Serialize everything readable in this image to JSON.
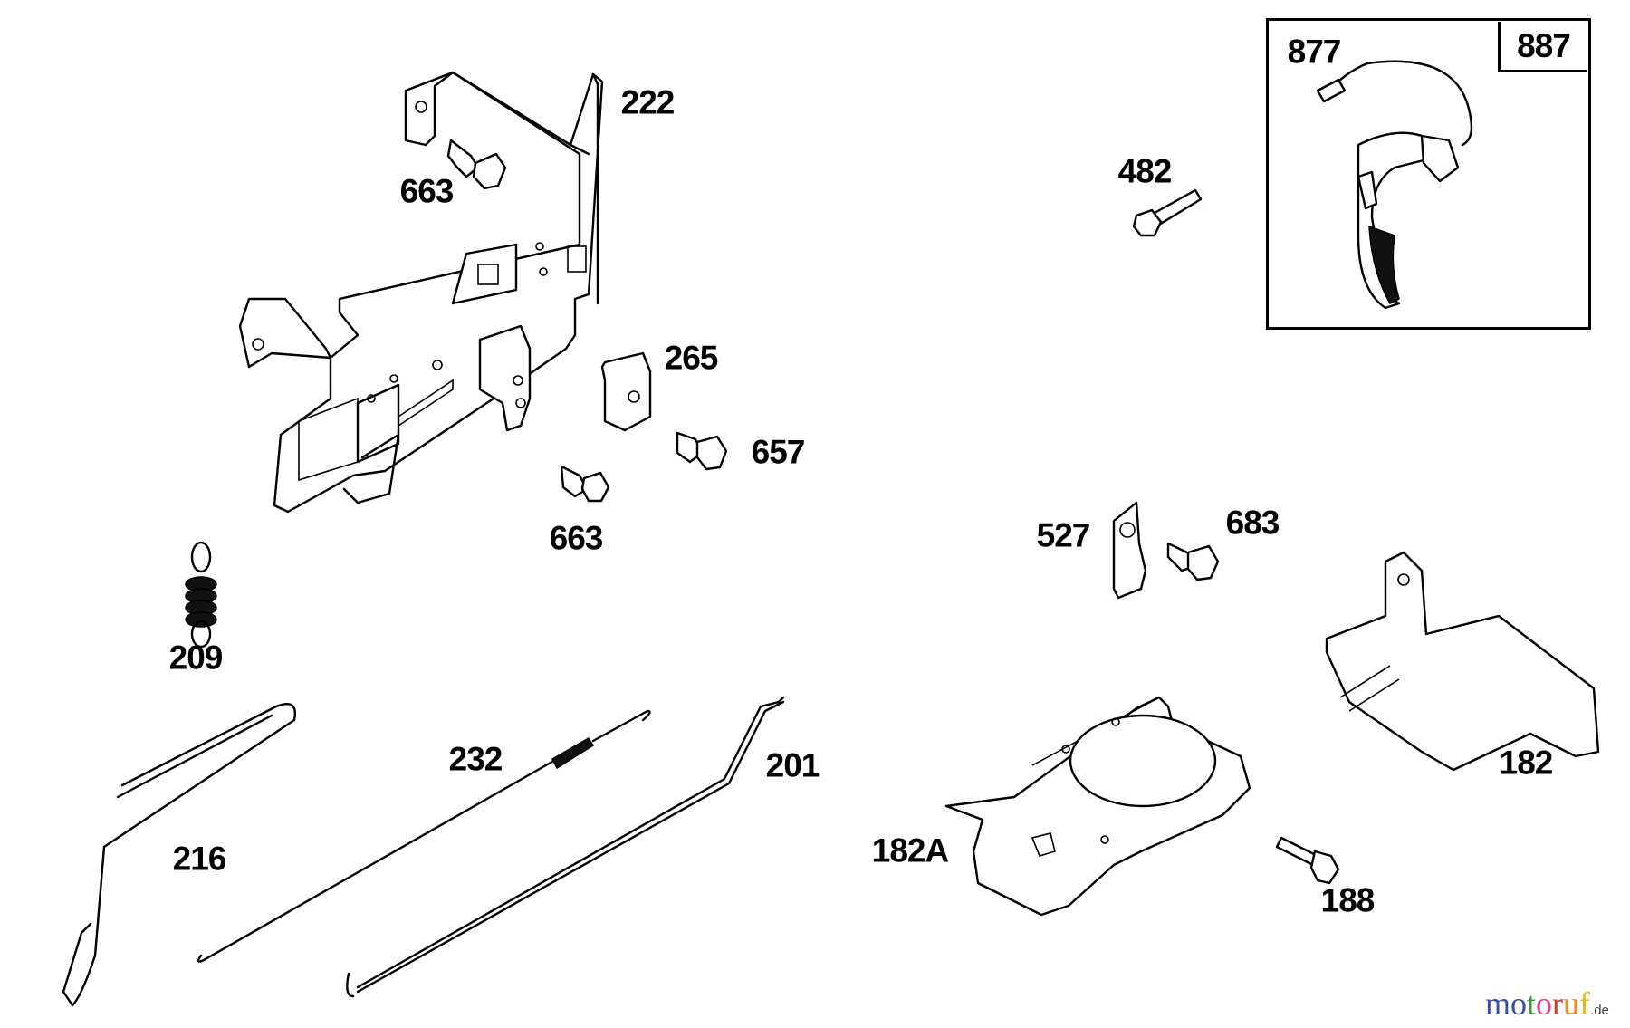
{
  "diagram": {
    "type": "exploded parts diagram",
    "parts": [
      {
        "id": "222",
        "name": "control bracket"
      },
      {
        "id": "663",
        "name": "screw (upper)"
      },
      {
        "id": "663",
        "name": "screw (lower)"
      },
      {
        "id": "265",
        "name": "clip"
      },
      {
        "id": "657",
        "name": "screw"
      },
      {
        "id": "209",
        "name": "spring"
      },
      {
        "id": "232",
        "name": "governor link with spring"
      },
      {
        "id": "201",
        "name": "link rod"
      },
      {
        "id": "216",
        "name": "choke link"
      },
      {
        "id": "482",
        "name": "bolt"
      },
      {
        "id": "877",
        "name": "ignition armature wire"
      },
      {
        "id": "887",
        "name": "armature kit box"
      },
      {
        "id": "527",
        "name": "cable clamp"
      },
      {
        "id": "683",
        "name": "screw"
      },
      {
        "id": "182",
        "name": "guard"
      },
      {
        "id": "182A",
        "name": "guard bracket"
      },
      {
        "id": "188",
        "name": "bolt"
      }
    ]
  },
  "labels": {
    "l222": "222",
    "l663a": "663",
    "l265": "265",
    "l657": "657",
    "l663b": "663",
    "l209": "209",
    "l232": "232",
    "l201": "201",
    "l216": "216",
    "l482": "482",
    "l877": "877",
    "l887": "887",
    "l527": "527",
    "l683": "683",
    "l182": "182",
    "l182A": "182A",
    "l188": "188"
  },
  "watermark": {
    "letters": [
      "m",
      "o",
      "t",
      "o",
      "r",
      "u",
      "f"
    ],
    "colors": [
      "#3b4fa8",
      "#3b4fa8",
      "#2e9a3a",
      "#e0448c",
      "#d9342b",
      "#f08a1c",
      "#e8b81a"
    ],
    "tld": ".de"
  }
}
